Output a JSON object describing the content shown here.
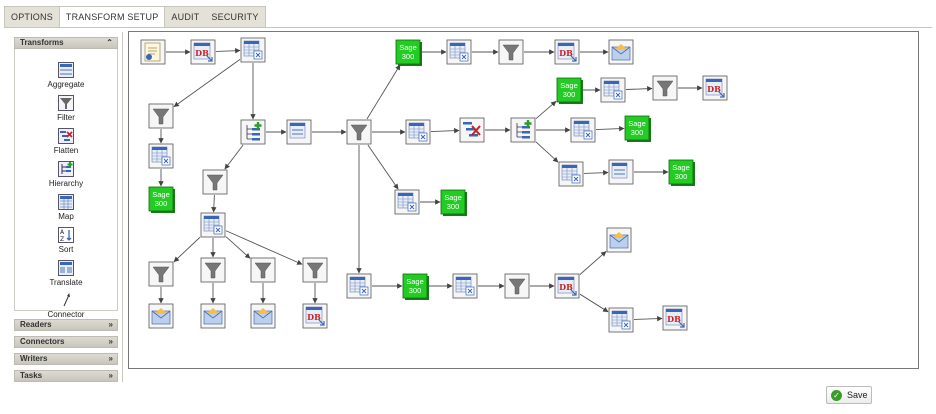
{
  "tabs": [
    {
      "label": "OPTIONS",
      "active": false
    },
    {
      "label": "TRANSFORM SETUP",
      "active": true
    },
    {
      "label": "AUDIT",
      "active": false
    },
    {
      "label": "SECURITY",
      "active": false
    }
  ],
  "sidebar": {
    "transforms_header": "Transforms",
    "tools": [
      {
        "label": "Aggregate",
        "icon": "aggregate-icon"
      },
      {
        "label": "Filter",
        "icon": "filter-icon"
      },
      {
        "label": "Flatten",
        "icon": "flatten-icon"
      },
      {
        "label": "Hierarchy",
        "icon": "hierarchy-icon"
      },
      {
        "label": "Map",
        "icon": "map-icon"
      },
      {
        "label": "Sort",
        "icon": "sort-icon"
      },
      {
        "label": "Translate",
        "icon": "translate-icon"
      },
      {
        "label": "Connector",
        "icon": "connector-icon"
      }
    ],
    "sections": [
      "Readers",
      "Connectors",
      "Writers",
      "Tasks"
    ]
  },
  "canvas": {
    "sage_label_line1": "Sage",
    "sage_label_line2": "300",
    "db_label": "DB"
  },
  "save_label": "Save",
  "colors": {
    "sage_green": "#22cc22",
    "accent_blue": "#3a66b8",
    "db_red": "#c82020"
  }
}
